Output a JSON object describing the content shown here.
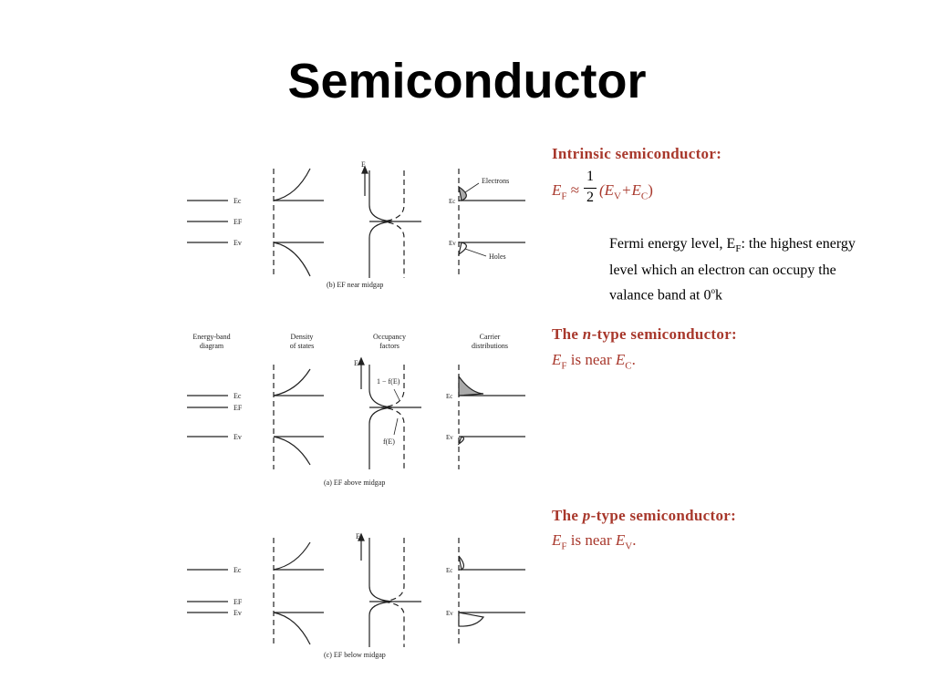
{
  "title": "Semiconductor",
  "intrinsic": {
    "heading": "Intrinsic semiconductor:",
    "eq_lhs": "E",
    "eq_lhs_sub": "F",
    "eq_approx": "≈",
    "eq_num": "1",
    "eq_den": "2",
    "eq_rhs": "(E",
    "eq_rhs_sub1": "V",
    "eq_plus": "+E",
    "eq_rhs_sub2": "C",
    "eq_close": ")"
  },
  "fermi_note": {
    "text1": "Fermi energy level, E",
    "sub": "F",
    "text2": ": the highest energy level which an electron can occupy the valance band at 0",
    "sup": "o",
    "text3": "k"
  },
  "ntype": {
    "heading_a": "The ",
    "heading_b": "n",
    "heading_c": "-type semiconductor:",
    "eq_a": "E",
    "eq_sub": "F",
    "eq_b": " is near ",
    "eq_c": "E",
    "eq_sub2": "C",
    "eq_d": "."
  },
  "ptype": {
    "heading_a": "The ",
    "heading_b": "p",
    "heading_c": "-type semiconductor:",
    "eq_a": "E",
    "eq_sub": "F",
    "eq_b": " is near ",
    "eq_c": "E",
    "eq_sub2": "V",
    "eq_d": "."
  },
  "figure": {
    "labels": {
      "ec": "Ec",
      "ef": "EF",
      "ev": "Ev",
      "e_axis": "E",
      "electrons": "Electrons",
      "holes": "Holes",
      "one_minus_f": "1 − f(E)",
      "f": "f(E)"
    },
    "col_headers": {
      "band": [
        "Energy-band",
        "diagram"
      ],
      "dos": [
        "Density",
        "of states"
      ],
      "occ": [
        "Occupancy",
        "factors"
      ],
      "carrier": [
        "Carrier",
        "distributions"
      ]
    },
    "captions": {
      "b": "(b) EF near midgap",
      "a": "(a) EF above midgap",
      "c": "(c) EF below midgap"
    }
  }
}
